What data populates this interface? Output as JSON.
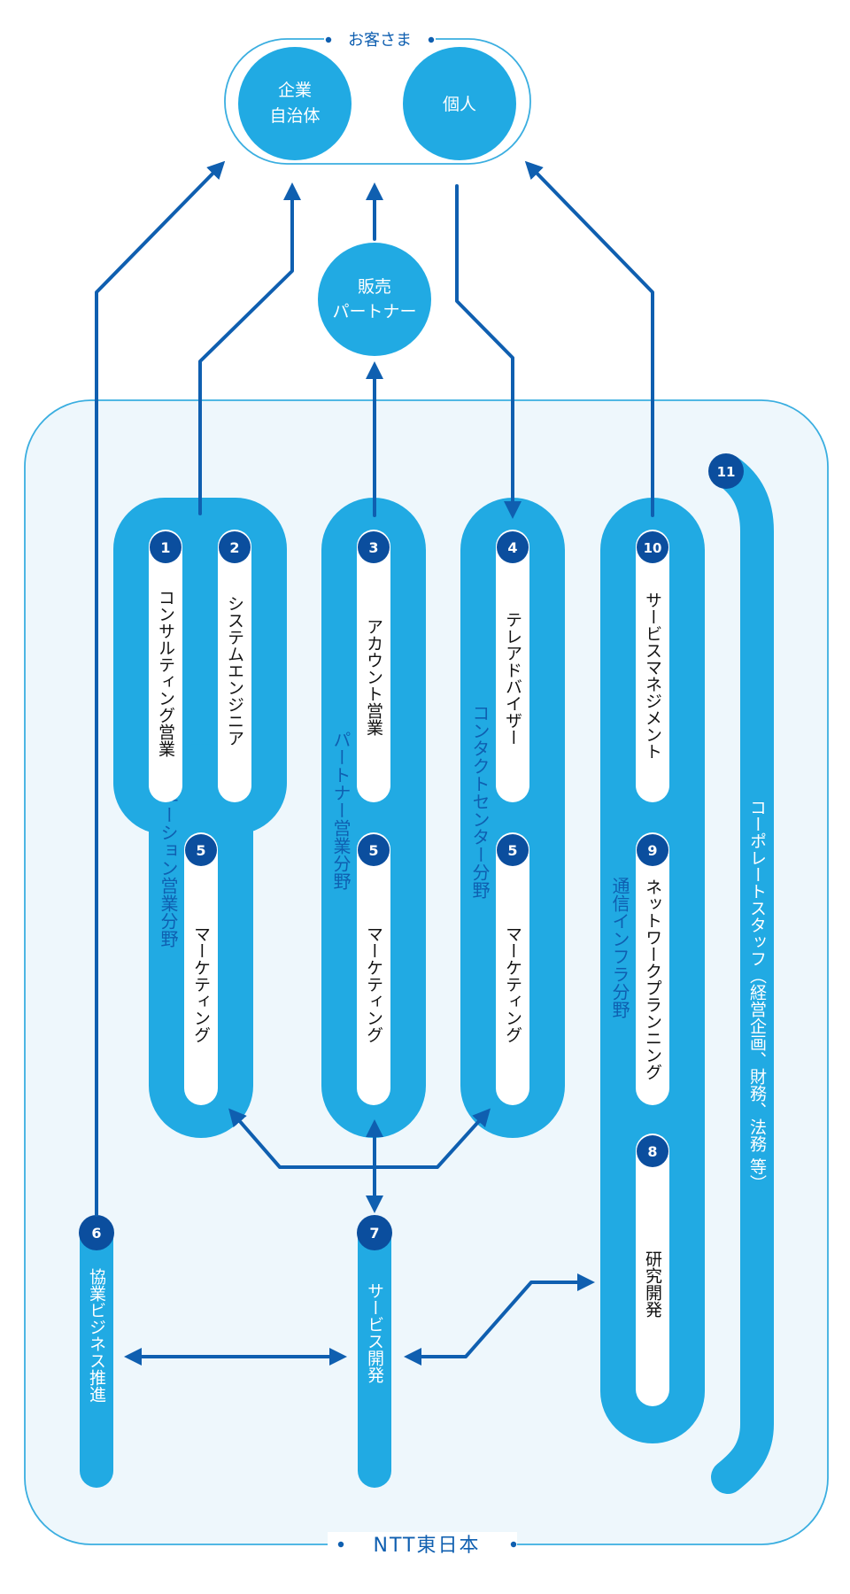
{
  "customers": {
    "title": "お客さま",
    "enterprise_line1": "企業",
    "enterprise_line2": "自治体",
    "individual": "個人"
  },
  "partner_bubble": {
    "line1": "販売",
    "line2": "パートナー"
  },
  "company": {
    "name": "NTT東日本"
  },
  "fields": {
    "solution": "ソリューション営業分野",
    "partner": "パートナー営業分野",
    "contact": "コンタクトセンター分野",
    "infra": "通信インフラ分野"
  },
  "roles": {
    "r1": {
      "num": "1",
      "label": "コンサルティング営業"
    },
    "r2": {
      "num": "2",
      "label": "システムエンジニア"
    },
    "r3": {
      "num": "3",
      "label": "アカウント営業"
    },
    "r4": {
      "num": "4",
      "label": "テレアドバイザー"
    },
    "r5a": {
      "num": "5",
      "label": "マーケティング"
    },
    "r5b": {
      "num": "5",
      "label": "マーケティング"
    },
    "r5c": {
      "num": "5",
      "label": "マーケティング"
    },
    "r6": {
      "num": "6",
      "label": "協業ビジネス推進"
    },
    "r7": {
      "num": "7",
      "label": "サービス開発"
    },
    "r8": {
      "num": "8",
      "label": "研究開発"
    },
    "r9": {
      "num": "9",
      "label": "ネットワークプランニング"
    },
    "r10": {
      "num": "10",
      "label": "サービスマネジメント"
    },
    "r11": {
      "num": "11",
      "label": "コーポレートスタッフ（経営企画、財務、法務 等）"
    }
  },
  "colors": {
    "medium_blue": "#21aae3",
    "dark_blue": "#0f5fb0",
    "badge_blue": "#0b4e9e",
    "frame_blue": "#3aaee0",
    "light_bg": "#eef7fc",
    "white": "#ffffff"
  }
}
